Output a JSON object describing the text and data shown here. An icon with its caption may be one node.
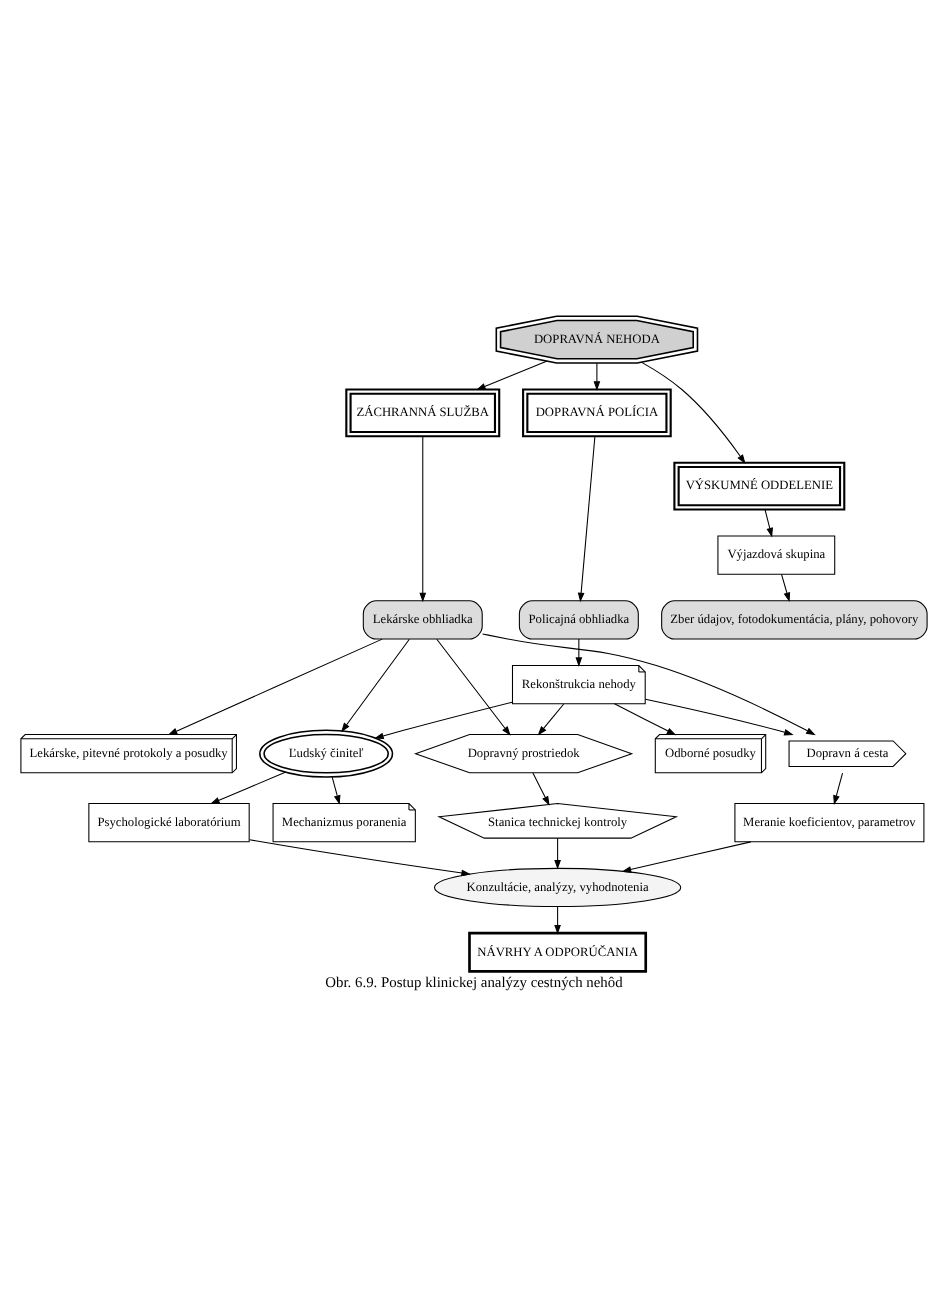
{
  "diagram": {
    "caption": "Obr. 6.9. Postup klinickej analýzy cestných nehôd",
    "nodes": [
      {
        "text": [
          "DOPRAVNÁ NEHODA"
        ]
      },
      {
        "text": [
          "ZÁCHRANNÁ SLUŽBA"
        ]
      },
      {
        "text": [
          "VÝSKUMNÉ ODDELENIE"
        ]
      },
      {
        "text": [
          "DOPRAVNÁ POLÍCIA"
        ]
      },
      {
        "text": [
          "Výjazdová skupina"
        ]
      },
      {
        "text": [
          "Lekárske obhliadka"
        ]
      },
      {
        "text": [
          "Zber údajov, fotodokumentácia, plány, pohovory"
        ]
      },
      {
        "text": [
          "Policajná obhliadka"
        ]
      },
      {
        "text": [
          "Rekonštrukcia nehody"
        ]
      },
      {
        "text": [
          "Lekárske, pitevné protokoly a posudky"
        ]
      },
      {
        "text": [
          "Odborné posudky"
        ]
      },
      {
        "text": [
          "Ľudský činiteľ"
        ]
      },
      {
        "text": [
          "Dopravný prostriedok"
        ]
      },
      {
        "text": [
          "Dopravn á cesta"
        ]
      },
      {
        "text": [
          "Psychologické laboratórium"
        ]
      },
      {
        "text": [
          "Mechanizmus poranenia"
        ]
      },
      {
        "text": [
          "Stanica technickej kontroly"
        ]
      },
      {
        "text": [
          "Meranie koeficientov, parametrov"
        ]
      },
      {
        "text": [
          "Konzultácie, analýzy, vyhodnotenia"
        ]
      },
      {
        "text": [
          "NÁVRHY A ODPORÚČANIA"
        ]
      }
    ],
    "edges": [
      {
        "from": 0,
        "to": 1,
        "arrow": "to"
      },
      {
        "from": 0,
        "to": 2,
        "arrow": "to"
      },
      {
        "from": 0,
        "to": 3,
        "arrow": "to"
      },
      {
        "from": 2,
        "to": 4,
        "arrow": "to"
      },
      {
        "from": 1,
        "to": 5,
        "arrow": "to"
      },
      {
        "from": 4,
        "to": 6,
        "arrow": "to"
      },
      {
        "from": 3,
        "to": 7,
        "arrow": "to"
      },
      {
        "from": 7,
        "to": 8,
        "arrow": "to"
      },
      {
        "from": 5,
        "to": 9,
        "arrow": "to"
      },
      {
        "from": 8,
        "to": 10,
        "arrow": "to"
      },
      {
        "from": 5,
        "to": 11,
        "arrow": "to"
      },
      {
        "from": 5,
        "to": 12,
        "arrow": "to"
      },
      {
        "from": 5,
        "to": 13,
        "arrow": "to"
      },
      {
        "from": 8,
        "to": 11,
        "arrow": "to"
      },
      {
        "from": 8,
        "to": 12,
        "arrow": "to"
      },
      {
        "from": 8,
        "to": 13,
        "arrow": "to"
      },
      {
        "from": 11,
        "to": 14,
        "arrow": "to"
      },
      {
        "from": 11,
        "to": 15,
        "arrow": "to"
      },
      {
        "from": 12,
        "to": 16,
        "arrow": "to"
      },
      {
        "from": 13,
        "to": 17,
        "arrow": "to"
      },
      {
        "from": 14,
        "to": 18,
        "arrow": "to"
      },
      {
        "from": 16,
        "to": 18,
        "arrow": "to"
      },
      {
        "from": 17,
        "to": 18,
        "arrow": "to"
      },
      {
        "from": 18,
        "to": 19,
        "arrow": "to"
      }
    ]
  }
}
